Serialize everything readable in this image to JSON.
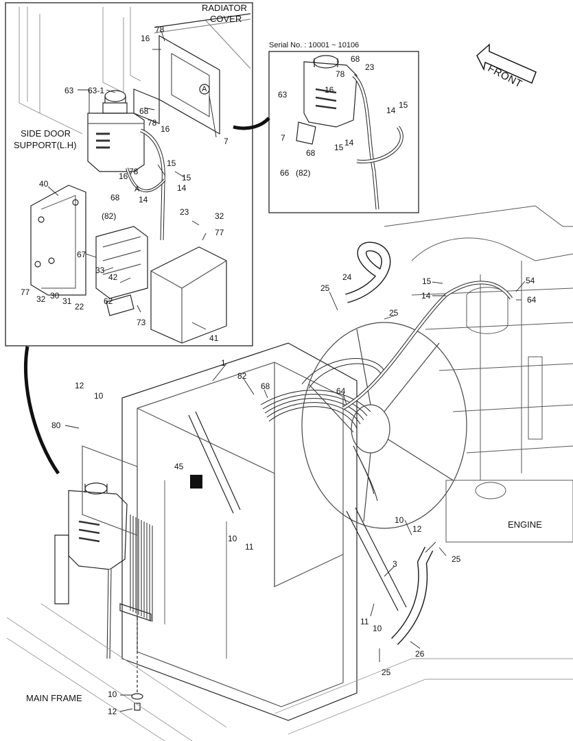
{
  "captions": {
    "radiator_cover": [
      "RADIATOR",
      "COVER"
    ],
    "side_door_support": [
      "SIDE DOOR",
      "SUPPORT(L.H)"
    ],
    "serial": "Serial No. : 10001 ~ 10106",
    "front": "FRONT",
    "engine": "ENGINE",
    "main_frame": "MAIN FRAME"
  },
  "parts": {
    "inset_left": [
      "78",
      "16",
      "63",
      "63-1",
      "68",
      "78",
      "16",
      "7",
      "A",
      "15",
      "16",
      "78",
      "14",
      "15",
      "A",
      "68",
      "14",
      "23",
      "(82)",
      "32",
      "77",
      "40",
      "67",
      "33",
      "42",
      "77",
      "32",
      "30",
      "31",
      "22",
      "62",
      "73",
      "41"
    ],
    "inset_right": [
      "68",
      "23",
      "78",
      "63",
      "16",
      "14",
      "15",
      "7",
      "68",
      "15",
      "14",
      "66",
      "(82)"
    ],
    "main": [
      "1",
      "82",
      "68",
      "12",
      "10",
      "80",
      "45",
      "24",
      "25",
      "25",
      "15",
      "54",
      "14",
      "64",
      "64",
      "10",
      "11",
      "10",
      "12",
      "25",
      "3",
      "11",
      "10",
      "26",
      "25",
      "10",
      "12"
    ]
  }
}
